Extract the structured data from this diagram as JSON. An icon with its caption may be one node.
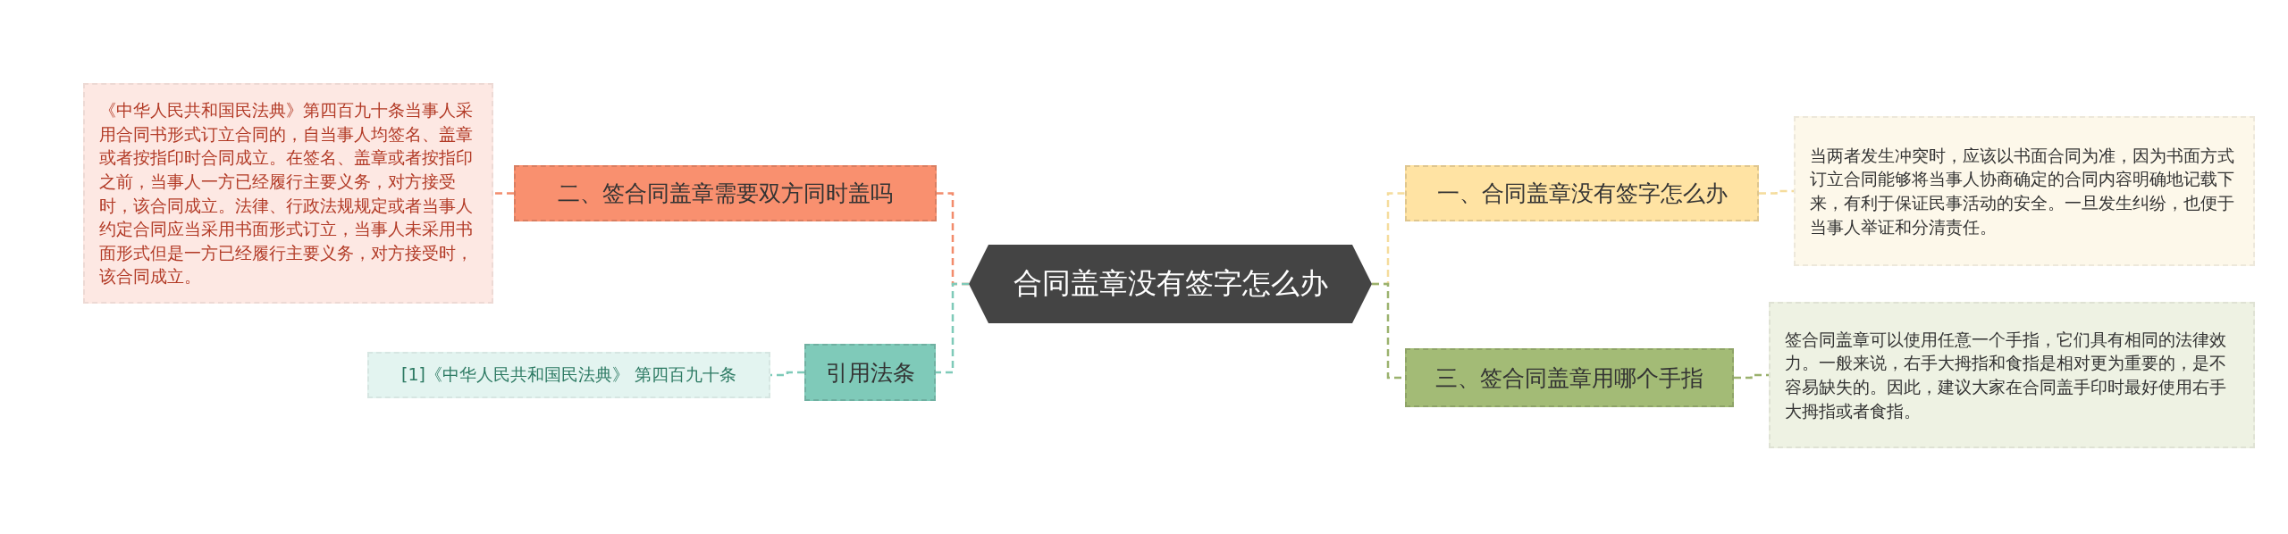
{
  "diagram": {
    "nodes": [
      {
        "text": [
          "合同盖章没有签字怎么办"
        ]
      },
      {
        "text": [
          "二、签合同盖章需要双方同时盖吗"
        ]
      },
      {
        "text": [
          "《中华人民共和国民法典》第四百九十条当事人采用合同书形式订立合同的，自当事人均签名、盖章或者按指印时合同成立。在签名、盖章或者按指印之前，当事人一方已经履行主要义务，对方接受时，该合同成立。法律、行政法规规定或者当事人约定合同应当采用书面形式订立，当事人未采用书面形式但是一方已经履行主要义务，对方接受时，该合同成立。"
        ]
      },
      {
        "text": [
          "引用法条"
        ]
      },
      {
        "text": [
          "[1]《中华人民共和国民法典》 第四百九十条"
        ]
      },
      {
        "text": [
          "一、合同盖章没有签字怎么办"
        ]
      },
      {
        "text": [
          "当两者发生冲突时，应该以书面合同为准，因为书面方式订立合同能够将当事人协商确定的合同内容明确地记载下来，有利于保证民事活动的安全。一旦发生纠纷，也便于当事人举证和分清责任。"
        ]
      },
      {
        "text": [
          "三、签合同盖章用哪个手指"
        ]
      },
      {
        "text": [
          "签合同盖章可以使用任意一个手指，它们具有相同的法律效力。一般来说，右手大拇指和食指是相对更为重要的，是不容易缺失的。因此，建议大家在合同盖手印时最好使用右手大拇指或者食指。"
        ]
      }
    ],
    "edges": [
      {
        "from": 0,
        "to": 1,
        "arrow": "none",
        "style": "dashed",
        "color": "#f28c6c"
      },
      {
        "from": 1,
        "to": 2,
        "arrow": "none",
        "style": "dashed",
        "color": "#f28c6c"
      },
      {
        "from": 0,
        "to": 3,
        "arrow": "none",
        "style": "dashed",
        "color": "#7fcab9"
      },
      {
        "from": 3,
        "to": 4,
        "arrow": "none",
        "style": "dashed",
        "color": "#7fcab9"
      },
      {
        "from": 0,
        "to": 5,
        "arrow": "none",
        "style": "dashed",
        "color": "#f5dc9c"
      },
      {
        "from": 5,
        "to": 6,
        "arrow": "none",
        "style": "dashed",
        "color": "#f5dc9c"
      },
      {
        "from": 0,
        "to": 7,
        "arrow": "none",
        "style": "dashed",
        "color": "#9bb26e"
      },
      {
        "from": 7,
        "to": 8,
        "arrow": "none",
        "style": "dashed",
        "color": "#9bb26e"
      }
    ]
  }
}
